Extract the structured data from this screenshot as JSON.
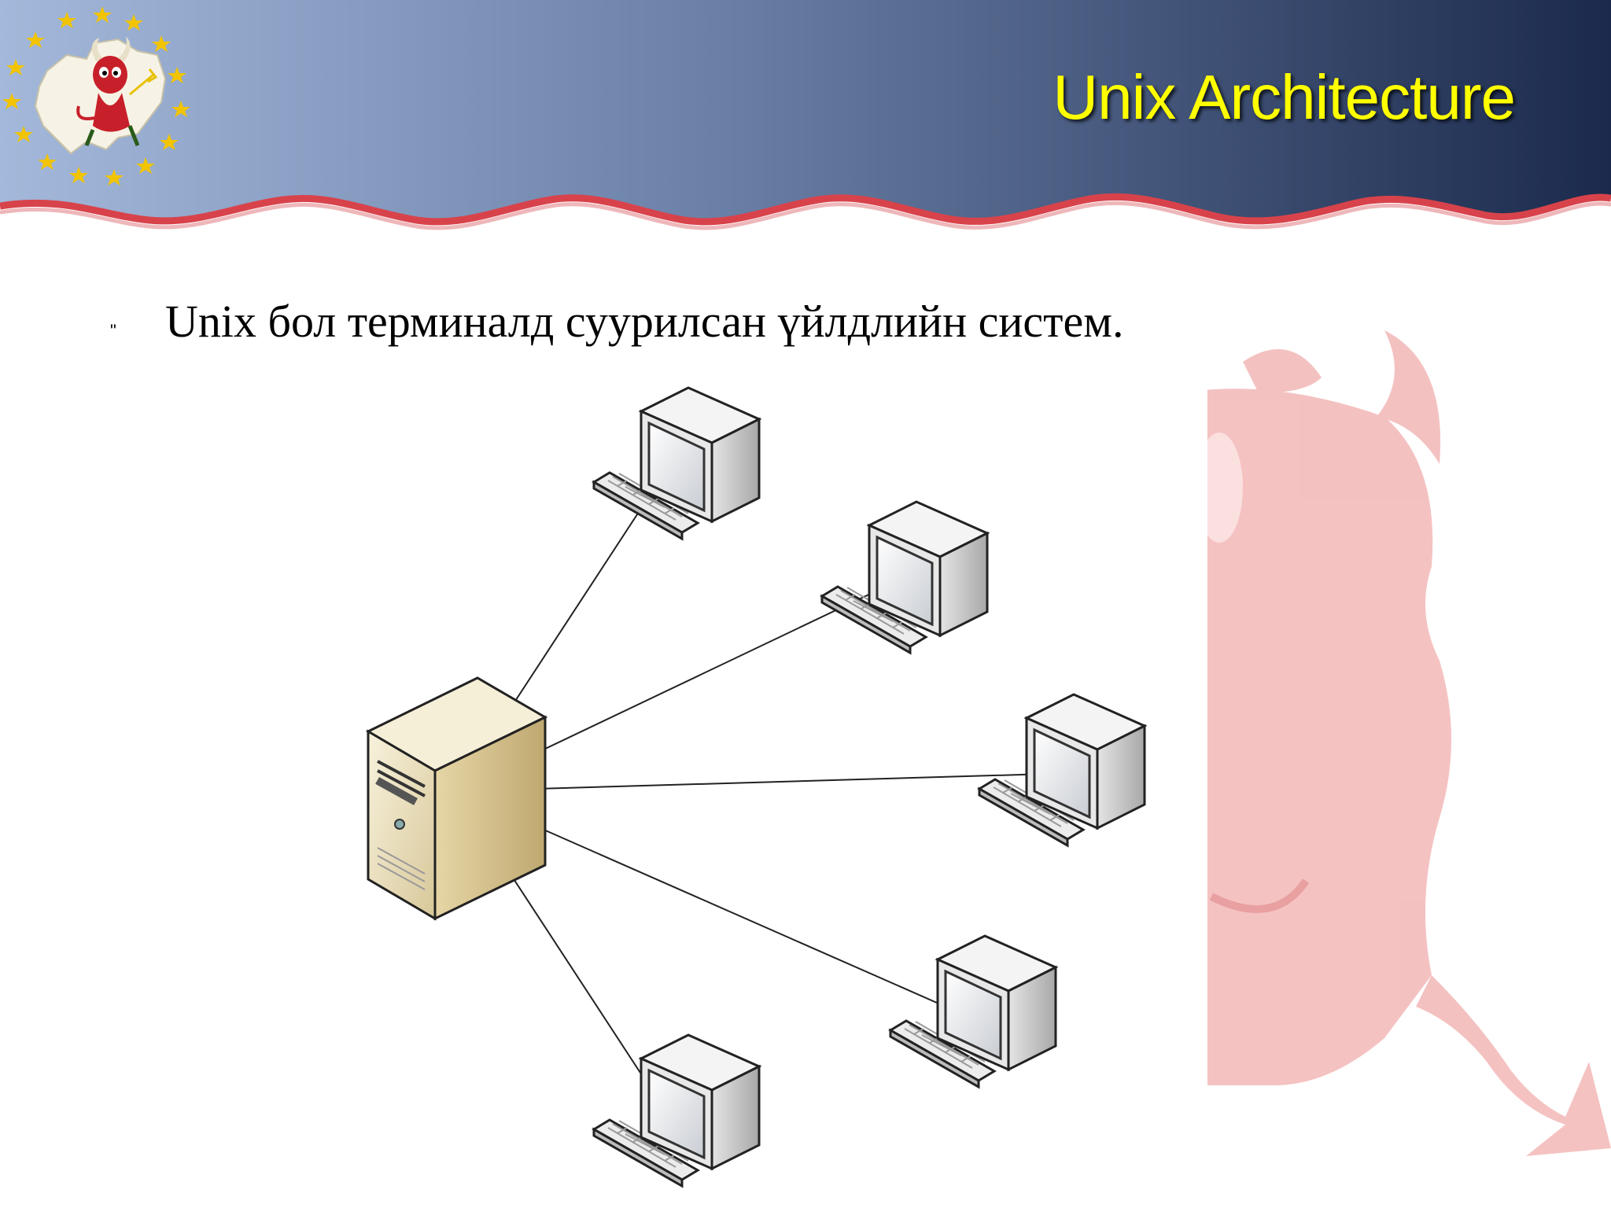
{
  "slide": {
    "title": "Unix Architecture",
    "bullets": [
      {
        "marker": "\"",
        "text": "Unix бол терминалд суурилсан үйлдлийн систем."
      }
    ]
  },
  "diagram": {
    "center_node": {
      "type": "server",
      "icon": "server-tower-icon"
    },
    "terminals": [
      {
        "id": "terminal-1",
        "icon": "terminal-computer-icon"
      },
      {
        "id": "terminal-2",
        "icon": "terminal-computer-icon"
      },
      {
        "id": "terminal-3",
        "icon": "terminal-computer-icon"
      },
      {
        "id": "terminal-4",
        "icon": "terminal-computer-icon"
      },
      {
        "id": "terminal-5",
        "icon": "terminal-computer-icon"
      }
    ],
    "connections": [
      [
        "server",
        "terminal-1"
      ],
      [
        "server",
        "terminal-2"
      ],
      [
        "server",
        "terminal-3"
      ],
      [
        "server",
        "terminal-4"
      ],
      [
        "server",
        "terminal-5"
      ]
    ]
  },
  "colors": {
    "title": "#ffff00",
    "header_left": "#9db4d8",
    "header_right": "#1c2b4e",
    "wave": "#d94048",
    "watermark": "#f3b3b3"
  }
}
